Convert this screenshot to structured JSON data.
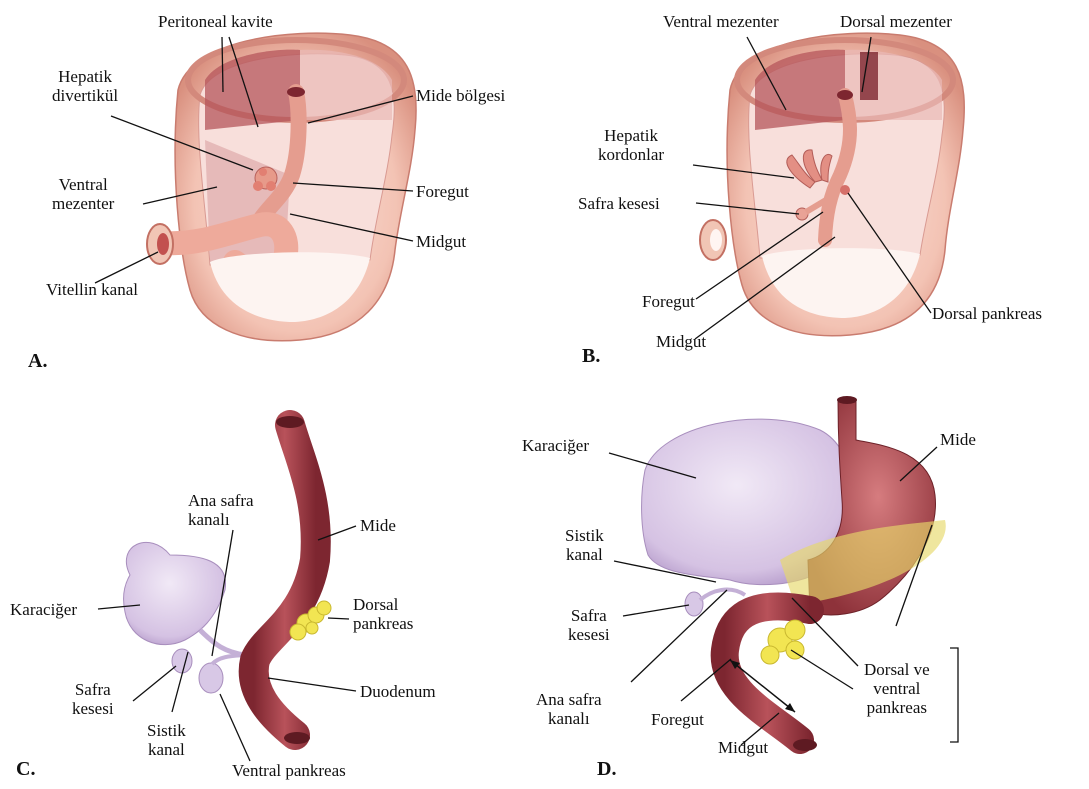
{
  "panels": {
    "a": {
      "letter": "A.",
      "labels": {
        "peritoneal_kavite": "Peritoneal kavite",
        "hepatik_divertikul": "Hepatik\ndivertikül",
        "mide_bolgesi": "Mide bölgesi",
        "ventral_mezenter": "Ventral\nmezenter",
        "foregut": "Foregut",
        "midgut": "Midgut",
        "vitellin_kanal": "Vitellin kanal"
      }
    },
    "b": {
      "letter": "B.",
      "labels": {
        "ventral_mezenter": "Ventral mezenter",
        "dorsal_mezenter": "Dorsal mezenter",
        "hepatik_kordonlar": "Hepatik\nkordonlar",
        "safra_kesesi": "Safra kesesi",
        "foregut": "Foregut",
        "midgut": "Midgut",
        "dorsal_pankreas": "Dorsal pankreas"
      }
    },
    "c": {
      "letter": "C.",
      "labels": {
        "ana_safra_kanali": "Ana safra\nkanalı",
        "mide": "Mide",
        "karaciger": "Karaciğer",
        "dorsal_pankreas": "Dorsal\npankreas",
        "safra_kesesi": "Safra\nkesesi",
        "duodenum": "Duodenum",
        "sistik_kanal": "Sistik\nkanal",
        "ventral_pankreas": "Ventral pankreas"
      }
    },
    "d": {
      "letter": "D.",
      "labels": {
        "karaciger": "Karaciğer",
        "mide": "Mide",
        "sistik_kanal": "Sistik\nkanal",
        "safra_kesesi": "Safra\nkesesi",
        "ana_safra_kanali": "Ana safra\nkanalı",
        "foregut": "Foregut",
        "midgut": "Midgut",
        "dorsal_ventral_pankreas": "Dorsal ve\nventral\npankreas"
      }
    }
  },
  "colors": {
    "body_wall": "#f2c2b4",
    "body_wall_dark": "#d98f80",
    "cavity": "#f7dcd8",
    "mesentery": "#b5555b",
    "gut": "#a8474c",
    "gut_light": "#efb0a2",
    "liver": "#d9c7e6",
    "pancreas": "#f0e24a"
  }
}
